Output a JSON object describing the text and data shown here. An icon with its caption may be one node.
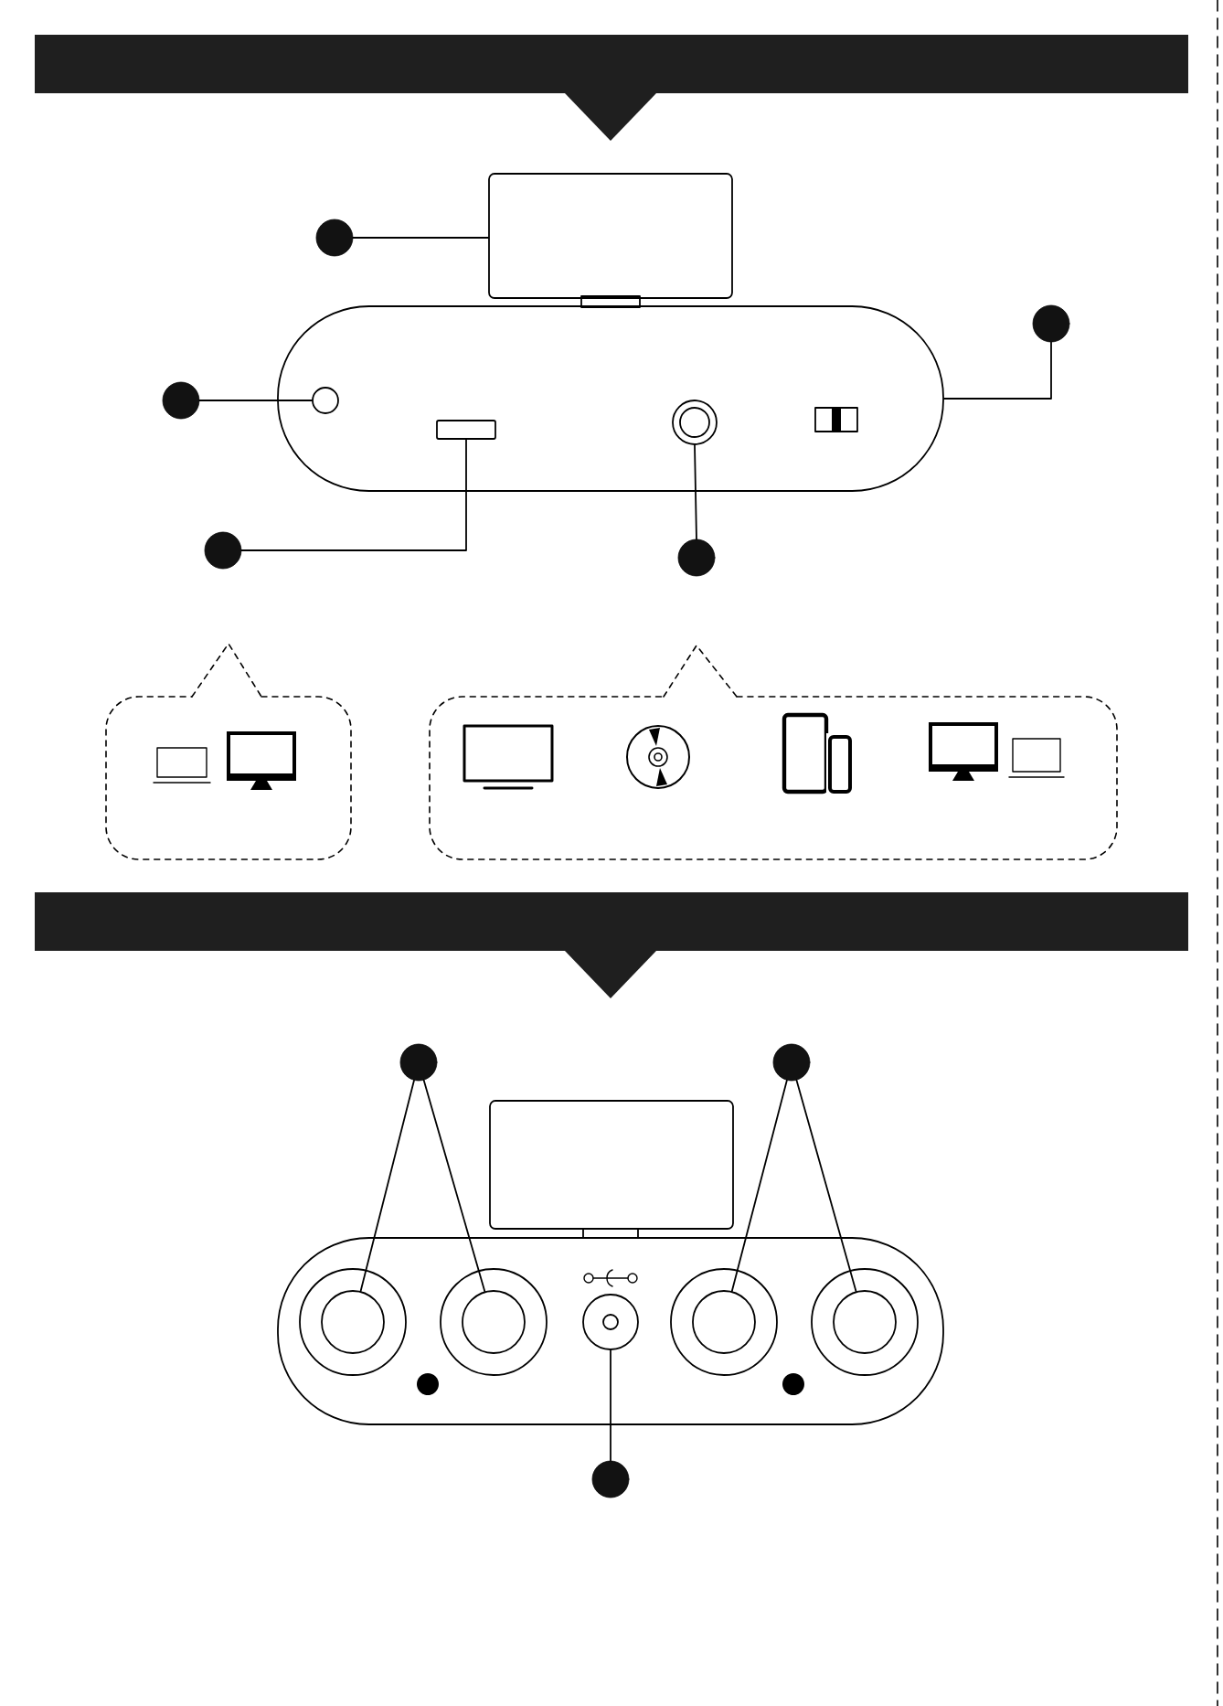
{
  "diagram": {
    "nodes": [
      {
        "text": [],
        "shape": "circle"
      },
      {
        "text": [],
        "shape": "box"
      },
      {
        "text": [],
        "shape": "box"
      },
      {
        "text": [],
        "shape": "circle"
      },
      {
        "text": [],
        "shape": "circle",
        "in": 2
      },
      {
        "text": [],
        "shape": "circle"
      },
      {
        "text": [],
        "shape": "circle"
      },
      {
        "text": [],
        "shape": "box",
        "in": 2
      },
      {
        "text": [],
        "shape": "circle"
      },
      {
        "text": [],
        "shape": "circle",
        "in": 2
      },
      {
        "text": [],
        "shape": "circle"
      },
      {
        "text": [],
        "shape": "circle"
      },
      {
        "text": [],
        "shape": "box"
      },
      {
        "text": [],
        "shape": "box"
      },
      {
        "text": [],
        "shape": "circle",
        "in": 13
      },
      {
        "text": [],
        "shape": "circle",
        "in": 13
      },
      {
        "text": [],
        "shape": "circle",
        "in": 13
      },
      {
        "text": [],
        "shape": "circle",
        "in": 13
      },
      {
        "text": [],
        "shape": "circle",
        "in": 13
      },
      {
        "text": [],
        "shape": "circle"
      }
    ],
    "edges": [
      {
        "from": 0,
        "to": 1,
        "arrow": "none"
      },
      {
        "from": 3,
        "to": 4,
        "arrow": "none"
      },
      {
        "from": 5,
        "to": 2,
        "arrow": "none"
      },
      {
        "from": 6,
        "to": 7,
        "arrow": "none"
      },
      {
        "from": 8,
        "to": 9,
        "arrow": "none"
      },
      {
        "from": 10,
        "to": 14,
        "arrow": "none"
      },
      {
        "from": 10,
        "to": 15,
        "arrow": "none"
      },
      {
        "from": 11,
        "to": 17,
        "arrow": "none"
      },
      {
        "from": 11,
        "to": 18,
        "arrow": "none"
      },
      {
        "from": 19,
        "to": 16,
        "arrow": "none"
      }
    ]
  }
}
